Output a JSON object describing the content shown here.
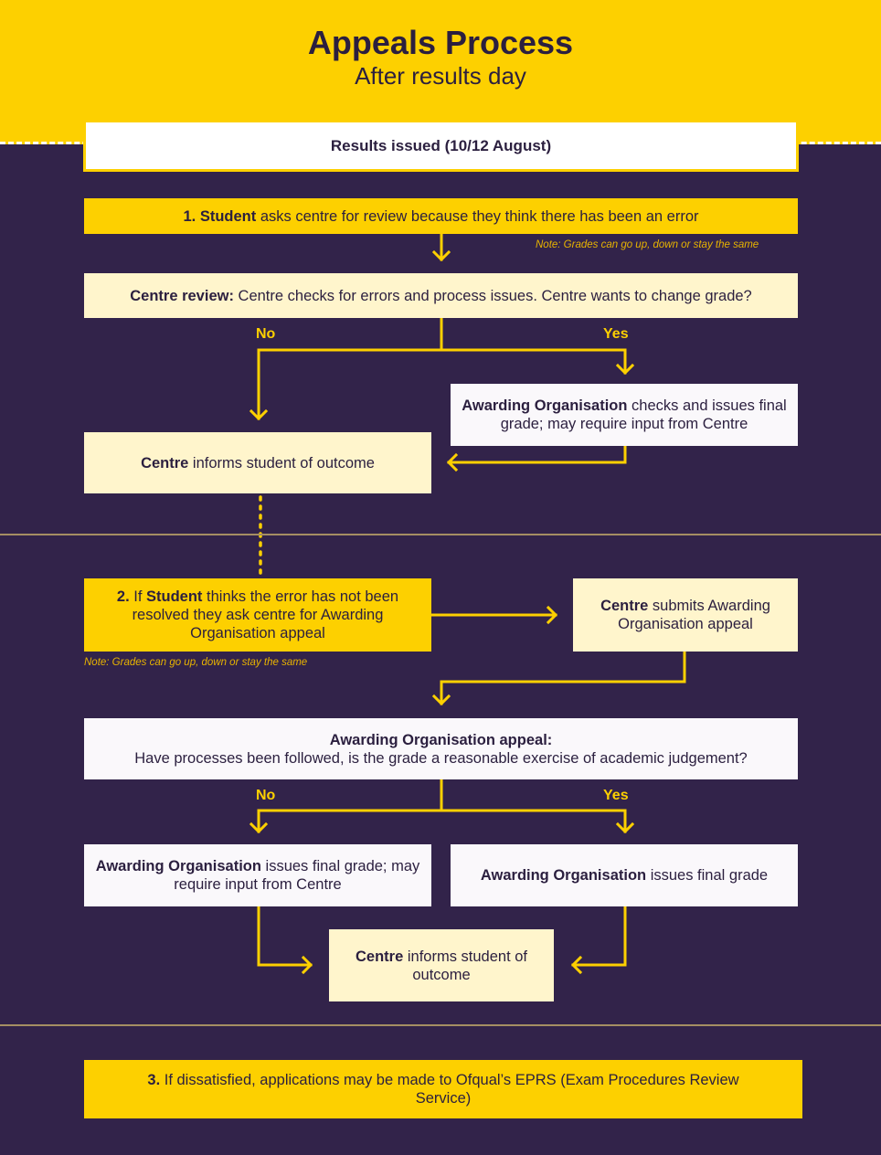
{
  "header": {
    "title": "Appeals Process",
    "subtitle": "After results day"
  },
  "results_issued": "Results issued (10/12 August)",
  "step1": {
    "number": "1.",
    "actor": "Student",
    "text": " asks centre for review because they think there has been an error"
  },
  "note1": "Note: Grades can go up, down or stay the same",
  "centre_review": {
    "bold": "Centre review:",
    "text": " Centre checks for errors and process issues. Centre wants to change grade?"
  },
  "branch1": {
    "no": "No",
    "yes": "Yes"
  },
  "ao_checks": {
    "bold": "Awarding Organisation",
    "text": " checks and issues final grade; may require input from Centre"
  },
  "centre_informs1": {
    "bold": "Centre",
    "text": " informs student of outcome"
  },
  "step2": {
    "number": "2.",
    "pre": " If ",
    "actor": "Student",
    "text": " thinks the error has not been resolved they ask centre for Awarding Organisation appeal"
  },
  "centre_submits": {
    "bold": "Centre",
    "text": " submits Awarding Organisation appeal"
  },
  "note2": "Note: Grades can go up, down or stay the same",
  "ao_appeal": {
    "bold": "Awarding Organisation appeal:",
    "text": "Have processes been followed, is the grade a reasonable exercise of academic judgement?"
  },
  "branch2": {
    "no": "No",
    "yes": "Yes"
  },
  "ao_no": {
    "bold": "Awarding Organisation",
    "text": " issues final grade; may require input from Centre"
  },
  "ao_yes": {
    "bold": "Awarding Organisation",
    "text": " issues final grade"
  },
  "centre_informs2": {
    "bold": "Centre",
    "text": " informs student of outcome"
  },
  "step3": {
    "number": "3.",
    "text": " If dissatisfied, applications may be made to Ofqual’s EPRS (Exam Procedures Review Service)"
  },
  "colors": {
    "background": "#32234a",
    "accent": "#fdd000",
    "cream": "#fff5cc",
    "white": "#faf8fb",
    "text": "#2b1f3f"
  }
}
